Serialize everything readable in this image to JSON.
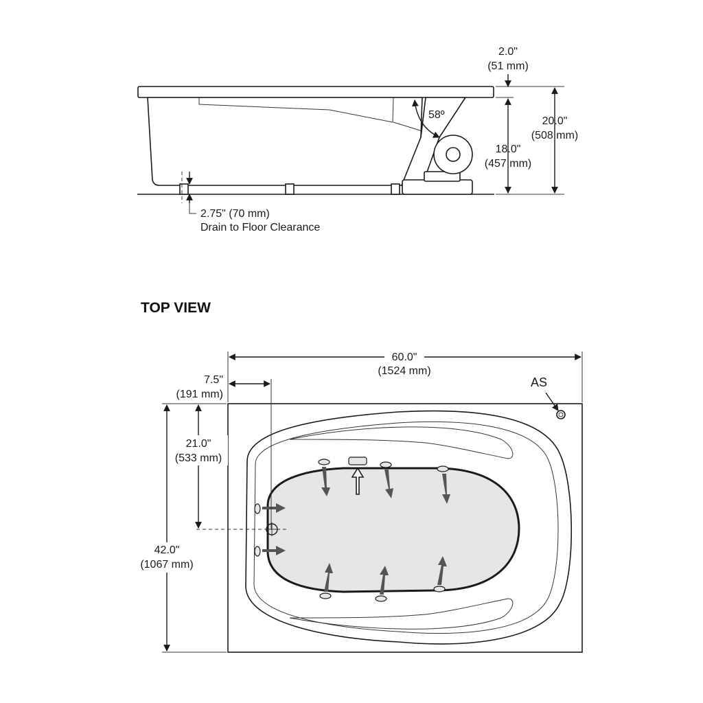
{
  "side_view": {
    "rim_height_label": "2.0\"",
    "rim_height_metric": "(51 mm)",
    "total_height_label": "20.0\"",
    "total_height_metric": "(508 mm)",
    "inner_height_label": "18.0\"",
    "inner_height_metric": "(457 mm)",
    "angle_label": "58º",
    "drain_clearance_label": "2.75\" (70 mm)",
    "drain_clearance_caption": "Drain to Floor Clearance"
  },
  "top_view": {
    "title": "TOP VIEW",
    "length_label": "60.0\"",
    "length_metric": "(1524 mm)",
    "offset_label": "7.5\"",
    "offset_metric": "(191 mm)",
    "half_width_label": "21.0\"",
    "half_width_metric": "(533 mm)",
    "width_label": "42.0\"",
    "width_metric": "(1067 mm)",
    "air_switch_label": "AS"
  },
  "colors": {
    "line": "#1a1a1a",
    "basin_fill": "#e6e6e6",
    "jet_arrow": "#555555"
  }
}
